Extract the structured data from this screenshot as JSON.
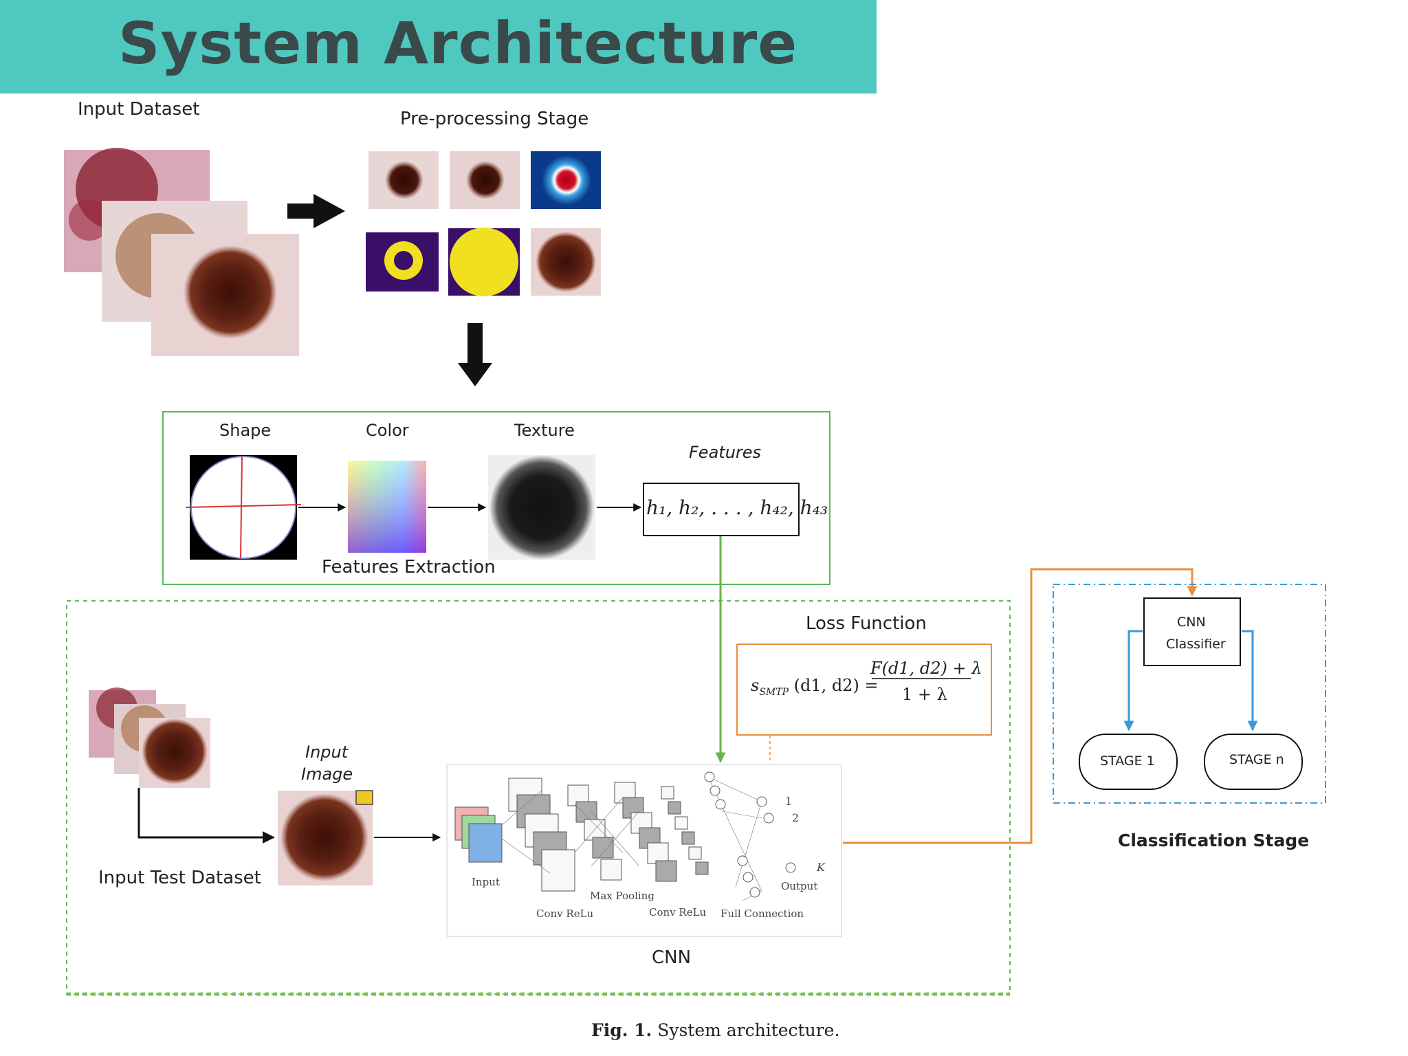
{
  "header": {
    "title": "System Architecture"
  },
  "input_stage": {
    "label": "Input Dataset"
  },
  "preprocessing": {
    "label": "Pre-processing Stage"
  },
  "features_panel": {
    "shape_label": "Shape",
    "color_label": "Color",
    "texture_label": "Texture",
    "features_label": "Features",
    "vector_text": "h₁, h₂, . . . , h₄₂, h₄₃",
    "extraction_label": "Features Extraction"
  },
  "loss": {
    "label": "Loss Function",
    "lhs": "s",
    "lhs_sub": "SMTP",
    "args": "(d1, d2) =",
    "numerator": "F(d1, d2) + λ",
    "denominator": "1 + λ"
  },
  "test_stage": {
    "dataset_label": "Input Test Dataset",
    "image_label_line1": "Input",
    "image_label_line2": "Image"
  },
  "cnn": {
    "label": "CNN",
    "input_label": "Input",
    "conv1_label": "Conv ReLu",
    "pool_label": "Max Pooling",
    "conv2_label": "Conv ReLu",
    "fc_label": "Full Connection",
    "output_label": "Output",
    "out1": "1",
    "out2": "2",
    "outk": "K"
  },
  "classification": {
    "classifier_line1": "CNN",
    "classifier_line2": "Classifier",
    "stage1": "STAGE 1",
    "stagen": "STAGE n",
    "label": "Classification Stage"
  },
  "caption": {
    "fig": "Fig. 1.",
    "text": "System architecture."
  },
  "colors": {
    "title_bar": "#4fc9c0",
    "title_text": "#3a4a4a",
    "feature_box_border": "#5cb85c",
    "green_arrow": "#6ab04c",
    "orange": "#e69138",
    "blue": "#3a9ad9",
    "lesion_dark": "#5a1f12",
    "skin": "#e8cfcf"
  }
}
